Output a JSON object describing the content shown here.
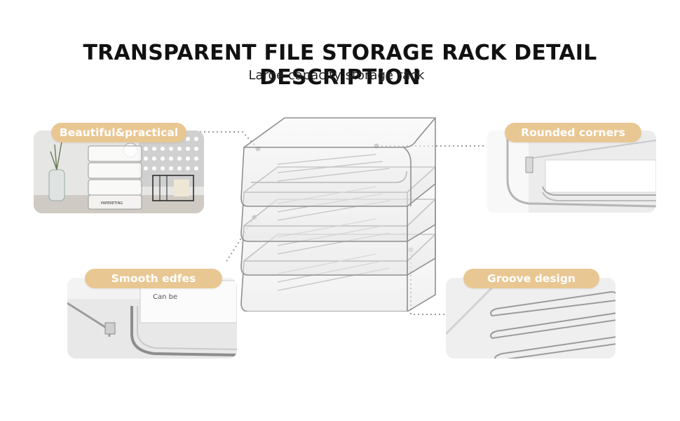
{
  "header": {
    "title": "TRANSPARENT FILE STORAGE RACK DETAIL DESCRIPTION",
    "subtitle": "Large capacity storage rack"
  },
  "features": [
    {
      "label": "Beautiful&practical",
      "photo_text": "PAPERETING"
    },
    {
      "label": "Rounded corners"
    },
    {
      "label": "Smooth edfes",
      "photo_text": "Can be"
    },
    {
      "label": "Groove design"
    }
  ],
  "colors": {
    "badge": "#e9c793",
    "badge_text": "#ffffff",
    "leader_line": "#9a9a9a",
    "background": "#ffffff"
  }
}
